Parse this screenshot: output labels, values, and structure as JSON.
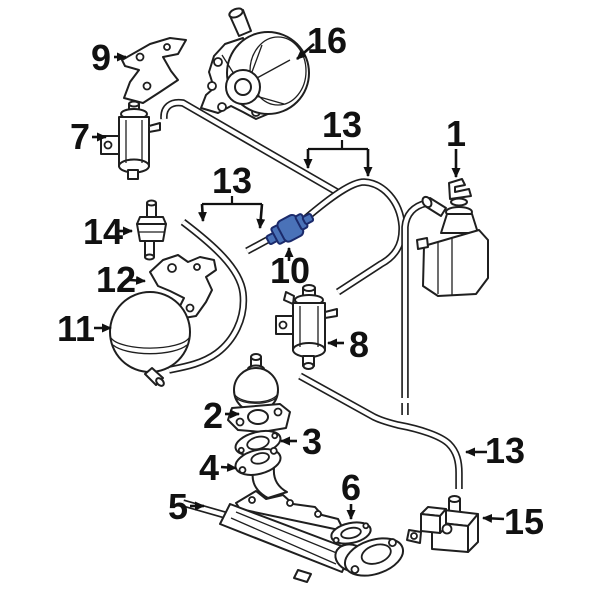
{
  "diagram": {
    "background": "#ffffff",
    "line_color": "#1f1f1f",
    "label_color": "#111111",
    "highlight_fill": "#4a72b8",
    "highlight_stroke": "#1b2a6b",
    "selected_part": "10",
    "callouts": {
      "part1": "1",
      "part2": "2",
      "part3": "3",
      "part4": "4",
      "part5": "5",
      "part6": "6",
      "part7": "7",
      "part8": "8",
      "part9": "9",
      "part10": "10",
      "part11": "11",
      "part12": "12",
      "part13_top": "13",
      "part13_mid": "13",
      "part13_right": "13",
      "part14": "14",
      "part15": "15",
      "part16": "16"
    }
  }
}
